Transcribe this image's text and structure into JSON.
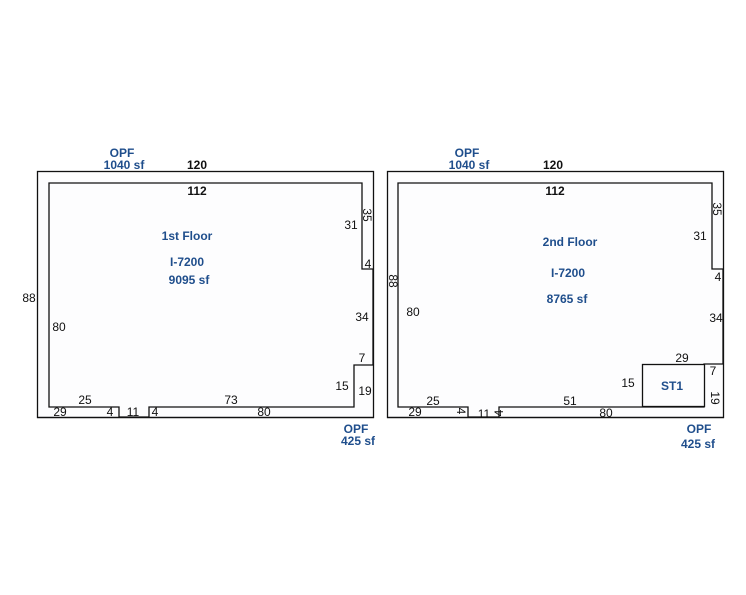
{
  "plans": [
    {
      "floor": "1st Floor",
      "code": "I-7200",
      "area": "9095 sf",
      "opf_top": {
        "label": "OPF",
        "area": "1040 sf"
      },
      "opf_bottom": {
        "label": "OPF",
        "area": "425 sf"
      },
      "dims": {
        "top_outer": "120",
        "top_inner": "112",
        "left_outer": "88",
        "left_inner": "80",
        "right_upper_outer": "35",
        "right_upper_inner": "31",
        "step": "4",
        "right_mid": "34",
        "notch_top": "7",
        "notch_side": "15",
        "notch_right": "19",
        "bottom_left_inner": "25",
        "bottom_left_outer": "29",
        "gap_left": "4",
        "gap": "11",
        "gap_right": "4",
        "bottom_right_inner": "73",
        "bottom_right_outer": "80"
      }
    },
    {
      "floor": "2nd Floor",
      "code": "I-7200",
      "area": "8765 sf",
      "opf_top": {
        "label": "OPF",
        "area": "1040 sf"
      },
      "opf_bottom": {
        "label": "OPF",
        "area": "425 sf"
      },
      "st_label": "ST1",
      "dims": {
        "top_outer": "120",
        "top_inner": "112",
        "left_outer": "88",
        "left_inner": "80",
        "right_upper_outer": "35",
        "right_upper_inner": "31",
        "step": "4",
        "right_mid": "34",
        "st_top": "29",
        "notch_top": "7",
        "notch_side": "15",
        "notch_right": "19",
        "bottom_left_inner": "25",
        "bottom_left_outer": "29",
        "gap_left": "4",
        "gap": "11",
        "gap_right": "4",
        "bottom_right_inner": "51",
        "bottom_right_outer": "80"
      }
    }
  ]
}
